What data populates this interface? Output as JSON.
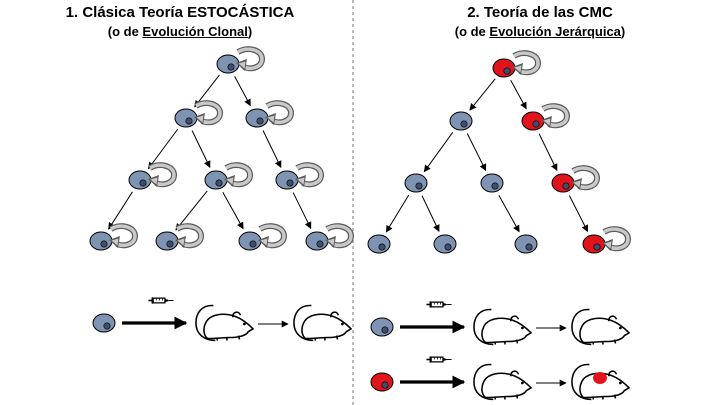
{
  "left_panel": {
    "title": "1. Clásica Teoría ESTOCÁSTICA",
    "subtitle_prefix": "(o de ",
    "subtitle_underlined": "Evolución Clonal",
    "subtitle_suffix": ")"
  },
  "right_panel": {
    "title": "2. Teoría de las CMC",
    "subtitle_prefix": "(o de ",
    "subtitle_underlined": "Evolución Jerárquica",
    "subtitle_suffix": ")"
  },
  "colors": {
    "normal_cell": "#7f93b3",
    "stem_cell": "#e2141b",
    "nucleus": "#3f4e6b",
    "divider": "#8c8c8c"
  },
  "icons": [
    "cell-icon",
    "self-renewal-arrow-icon",
    "syringe-icon",
    "mouse-icon",
    "tumor-mouse-icon"
  ]
}
